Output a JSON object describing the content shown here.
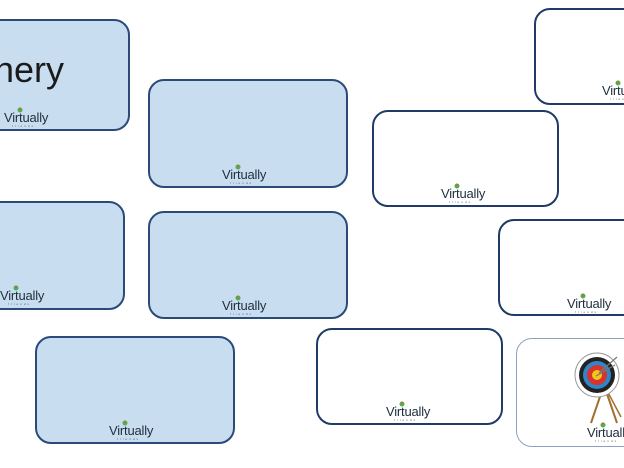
{
  "title_card": {
    "title": "rchery"
  },
  "logo": {
    "wordmark": "Virtually",
    "tagline": "friends"
  },
  "colors": {
    "card_blue": "#c9ddf0",
    "card_border": "#1f3b66",
    "logo_green": "#4caf50",
    "target_red": "#d9342b",
    "target_yellow": "#f3c61a",
    "target_blue": "#2f86c9"
  },
  "icons": {
    "logo": "leaf-person-icon",
    "target": "archery-target-icon"
  }
}
